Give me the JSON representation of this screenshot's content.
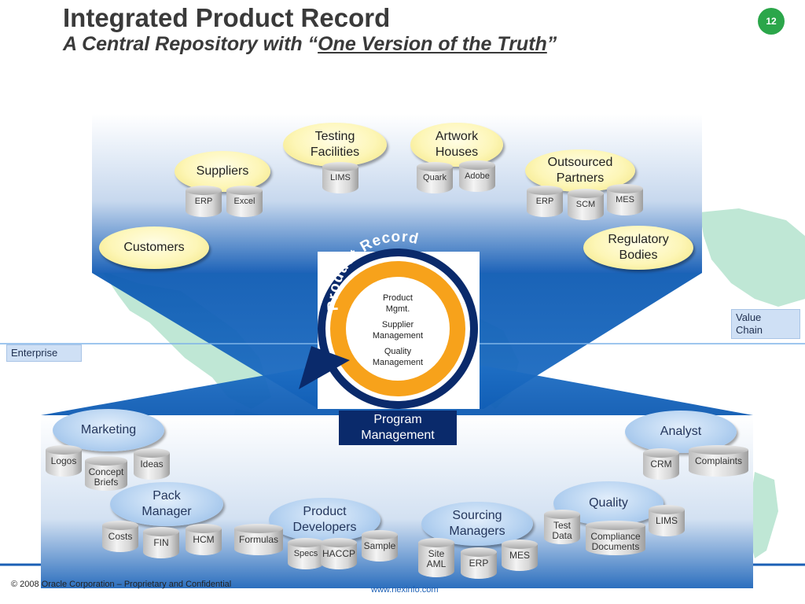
{
  "header": {
    "title": "Integrated Product Record",
    "subtitle_prefix": "A Central Repository with “",
    "subtitle_underlined": "One Version of the Truth",
    "subtitle_suffix": "”",
    "page_number": "12"
  },
  "value_chain": {
    "label_line1": "Value",
    "label_line2": "Chain",
    "testing": {
      "line1": "Testing",
      "line2": "Facilities",
      "systems": [
        "LIMS"
      ]
    },
    "artwork": {
      "line1": "Artwork",
      "line2": "Houses",
      "systems": [
        "Quark",
        "Adobe"
      ]
    },
    "suppliers": {
      "label": "Suppliers",
      "systems": [
        "ERP",
        "Excel"
      ]
    },
    "outsourced": {
      "line1": "Outsourced",
      "line2": "Partners",
      "systems": [
        "ERP",
        "SCM",
        "MES"
      ]
    },
    "customers": {
      "label": "Customers"
    },
    "regulatory": {
      "line1": "Regulatory",
      "line2": "Bodies"
    }
  },
  "center": {
    "ring_label": "Product Record",
    "items": [
      "Product",
      "Mgmt.",
      "Supplier",
      "Management",
      "Quality",
      "Management"
    ],
    "program_line1": "Program",
    "program_line2": "Management"
  },
  "enterprise": {
    "label": "Enterprise",
    "marketing": {
      "label": "Marketing",
      "systems": [
        "Logos",
        "Concept",
        "Briefs",
        "Ideas"
      ]
    },
    "analyst": {
      "label": "Analyst",
      "systems": [
        "CRM",
        "Complaints"
      ]
    },
    "pack": {
      "line1": "Pack",
      "line2": "Manager",
      "systems": [
        "Costs",
        "FIN",
        "HCM"
      ]
    },
    "developers": {
      "line1": "Product",
      "line2": "Developers",
      "systems": [
        "Formulas",
        "Specs",
        "HACCP",
        "Sample"
      ]
    },
    "sourcing": {
      "line1": "Sourcing",
      "line2": "Managers",
      "systems": [
        "Site",
        "AML",
        "ERP",
        "MES"
      ]
    },
    "quality": {
      "label": "Quality",
      "systems": [
        "Test",
        "Data",
        "Compliance",
        "Documents",
        "LIMS"
      ]
    }
  },
  "footer": {
    "copyright": "© 2008 Oracle Corporation – Proprietary and Confidential",
    "url": "www.nexinfo.com"
  },
  "colors": {
    "accent_green": "#2ba64a",
    "navy": "#0a2a6b",
    "orange": "#f7a21b",
    "oval_yellow": "#fdf6b7"
  }
}
